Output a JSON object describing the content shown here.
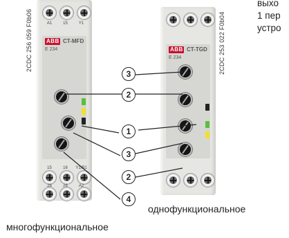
{
  "image_codes": {
    "left": "2CDC 256 059 F0b06",
    "right": "2CDC 253 022 F0b04"
  },
  "devices": {
    "multi": {
      "brand": "ABB",
      "model": "CT-MFD",
      "series": "E 234",
      "top_terminals": [
        "A1",
        "15",
        "Y1"
      ],
      "bottom_terminals": [
        "15",
        "16",
        "Y1/B1",
        "28",
        "26",
        "A2"
      ],
      "caption": "многофункциональное"
    },
    "single": {
      "brand": "ABB",
      "model": "CT-TGD",
      "series": "E 234",
      "caption": "однофункциональное"
    }
  },
  "callouts": {
    "c1": "1",
    "c2a": "2",
    "c2b": "2",
    "c3a": "3",
    "c3b": "3",
    "c4": "4"
  },
  "side_text": {
    "line1": "выхо",
    "line2": "1 пер",
    "line3": "устро"
  },
  "colors": {
    "led_green": "#5bbf3a",
    "led_yellow": "#f2e12a",
    "brand_red": "#c8102e"
  }
}
